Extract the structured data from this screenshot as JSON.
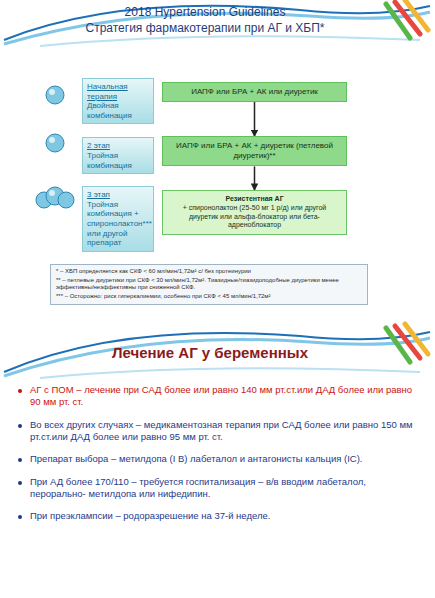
{
  "diagram": {
    "title": "2018 Hypertension Guidelines",
    "nodes": [
      {
        "text": [
          "Начальная терапия",
          "Двойная комбинация"
        ]
      },
      {
        "text": [
          "ИАПФ или БРА + АК или диуретик"
        ]
      },
      {
        "text": [
          "2 этап",
          "Тройная комбинация"
        ]
      },
      {
        "text": [
          "ИАПФ или БРА + АК + диуретик (петлевой диуретик)**"
        ]
      },
      {
        "text": [
          "3 этап",
          "Тройная комбинация + спиронолактон*** или другой препарат"
        ]
      },
      {
        "text": [
          "Резистентная АГ",
          "+ спиронолактон (25-50 мг 1 р/д) или другой диуретик или альфа-блокатор или бета-адреноблокатор"
        ]
      },
      {
        "text": [
          "* – ХБП определяется как СКФ < 60 мл/мин/1,72м² с/ без протеинурии",
          "** – петлевые диуретики при СКФ < 30 мл/мин/1,72м². Тиазидные/тиазидоподобные диуретики менее эффективны/неэффективны при сниженной СКФ.",
          "*** – Осторожно: риск гиперкалиемии, особенно при СКФ < 45 мл/мин/1,72м²"
        ]
      }
    ],
    "edges": [
      {
        "from": 1,
        "to": 3,
        "arrow": "to"
      },
      {
        "from": 3,
        "to": 5,
        "arrow": "to"
      }
    ],
    "labels": [
      "Стратегия фармакотерапии при АГ и ХБП*",
      "Лечение АГ у беременных",
      "АГ с ПОМ – лечение при САД более или равно 140 мм рт.ст.или ДАД более или равно 90 мм рт. ст.",
      "Во всех других случаях – медикаментозная терапия при САД более или равно 150 мм рт.ст.или ДАД более или равно 95 мм рт. ст.",
      "Препарат выбора – метилдопа (I B) лабеталол и антагонисты кальция (IC).",
      "При АД более 170/110 – требуется госпитализация – в/в вводим лабеталол, перорально- метилдопа или нифедипин.",
      "При преэклампсии – родоразрешение на 37-й неделе."
    ]
  }
}
